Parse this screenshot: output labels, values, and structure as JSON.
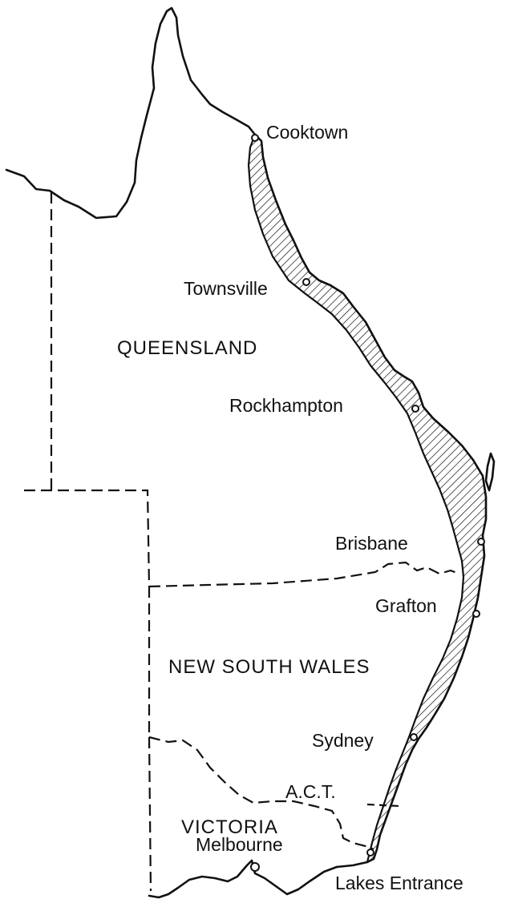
{
  "map": {
    "states": {
      "queensland": "QUEENSLAND",
      "new_south_wales": "NEW SOUTH WALES",
      "victoria": "VICTORIA",
      "act": "A.C.T."
    },
    "cities": {
      "cooktown": "Cooktown",
      "townsville": "Townsville",
      "rockhampton": "Rockhampton",
      "brisbane": "Brisbane",
      "grafton": "Grafton",
      "sydney": "Sydney",
      "melbourne": "Melbourne",
      "lakes_entrance": "Lakes Entrance"
    },
    "colors": {
      "ink": "#111111",
      "background": "#ffffff"
    }
  }
}
